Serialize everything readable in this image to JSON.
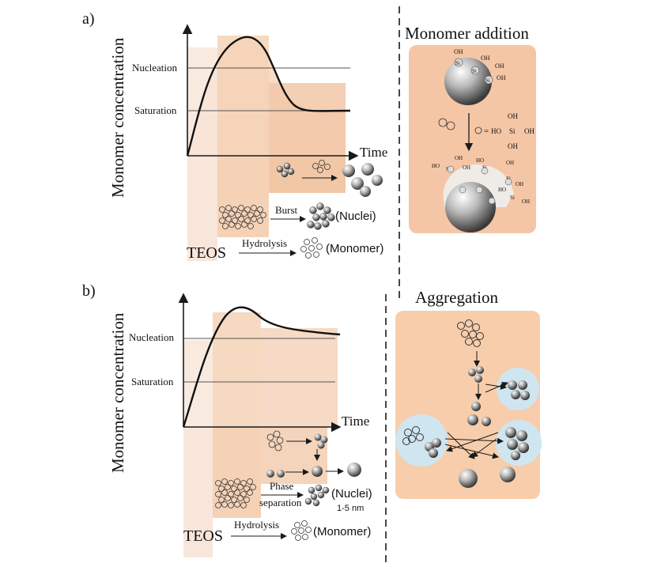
{
  "panel_a": {
    "label": "a)",
    "y_axis_label": "Monomer concentration",
    "nucleation_label": "Nucleation",
    "saturation_label": "Saturation",
    "x_axis_label": "Time",
    "teos_label": "TEOS",
    "hydrolysis_label": "Hydrolysis",
    "monomer_label": "(Monomer)",
    "burst_label": "Burst",
    "nuclei_label": "(Nuclei)",
    "right_title": "Monomer addition",
    "oh_label": "OH",
    "si_label": "Si",
    "ho_label": "HO",
    "equals_label": "="
  },
  "panel_b": {
    "label": "b)",
    "y_axis_label": "Monomer concentration",
    "nucleation_label": "Nucleation",
    "saturation_label": "Saturation",
    "x_axis_label": "Time",
    "teos_label": "TEOS",
    "hydrolysis_label": "Hydrolysis",
    "monomer_label": "(Monomer)",
    "phase_label": "Phase",
    "separation_label": "separation",
    "nuclei_label": "(Nuclei)",
    "size_label": "1-5 nm",
    "right_title": "Aggregation"
  },
  "colors": {
    "band_light": "#f8e6da",
    "band_mid": "#f5d2b6",
    "band_dark": "#f2c7a6",
    "box_fill": "#f4c6a5",
    "blue_blob": "#cfe6f0",
    "axis": "#1a1a1a"
  }
}
